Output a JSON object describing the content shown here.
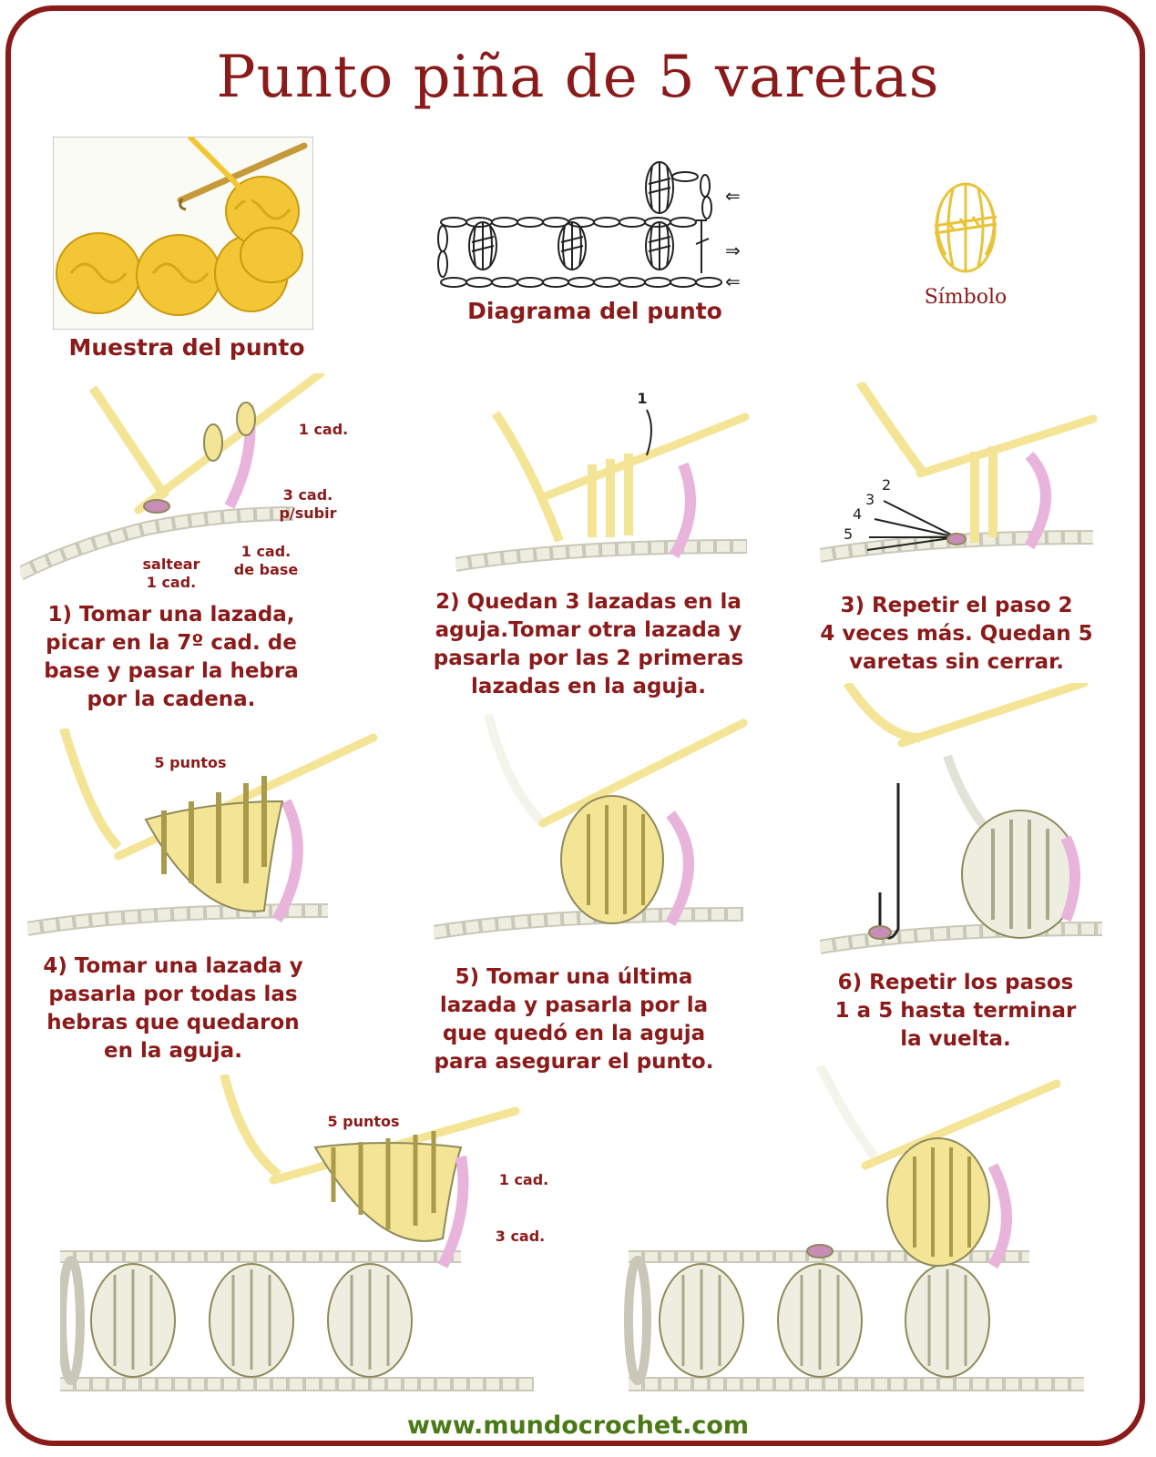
{
  "title": "Punto piña de 5 varetas",
  "sample_label": "Muestra del punto",
  "diagram_label": "Diagrama del punto",
  "symbol_label": "Símbolo",
  "colors": {
    "accent": "#8b1a1a",
    "yarn": "#f4e496",
    "yarn_stroke": "#a99b4a",
    "pink": "#e8b4dc",
    "url_green": "#4a7a16"
  },
  "steps": [
    {
      "caption": "1) Tomar una lazada,\npicar en la 7º cad. de\nbase y pasar la hebra\npor la cadena.",
      "labels": [
        "1 cad.",
        "3 cad.\np/subir",
        "1 cad.\nde base",
        "saltear\n1 cad."
      ]
    },
    {
      "caption": "2) Quedan 3 lazadas en la\naguja.Tomar otra lazada y\npasarla por las 2 primeras\nlazadas en la aguja.",
      "labels": [
        "1"
      ]
    },
    {
      "caption": "3) Repetir el paso 2\n4 veces más. Quedan 5\nvaretas sin cerrar.",
      "labels": [
        "2",
        "3",
        "4",
        "5"
      ]
    },
    {
      "caption": "4) Tomar una lazada y\npasarla por todas las\nhebras que quedaron\nen la aguja.",
      "labels": [
        "5 puntos"
      ]
    },
    {
      "caption": "5) Tomar una última\nlazada y pasarla por la\nque quedó en la aguja\npara asegurar el punto.",
      "labels": []
    },
    {
      "caption": "6) Repetir los pasos\n1 a 5 hasta terminar\nla vuelta.",
      "labels": []
    }
  ],
  "bottom_labels": [
    "5 puntos",
    "1 cad.",
    "3 cad."
  ],
  "website": "www.mundocrochet.com"
}
